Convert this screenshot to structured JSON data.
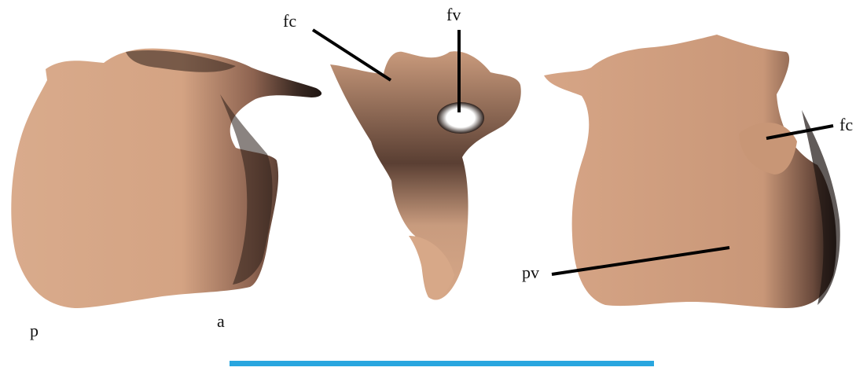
{
  "labels": {
    "fc_top": "fc",
    "fv": "fv",
    "fc_right": "fc",
    "pv": "pv",
    "p": "p",
    "a": "a"
  },
  "colors": {
    "bone": "#d7a888",
    "bone_mid": "#b07d63",
    "shadow": "#2a1d18",
    "scale_bar": "#29a6df",
    "pointer": "#000000"
  }
}
